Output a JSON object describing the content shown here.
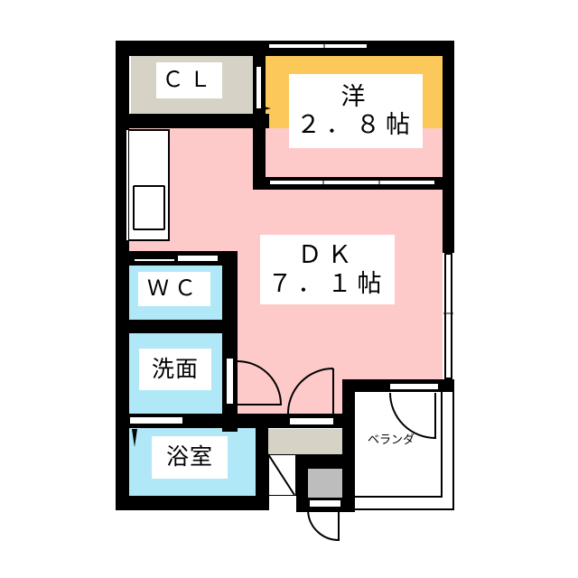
{
  "floorplan": {
    "rooms": {
      "closet": {
        "label": "ＣＬ",
        "color": "#d6d3c6"
      },
      "western": {
        "label_line1": "洋",
        "label_line2": "２．８帖",
        "color": "#fcc85a"
      },
      "dk": {
        "label_line1": "ＤＫ",
        "label_line2": "７．１帖",
        "color": "#fdc9c9"
      },
      "wc": {
        "label": "ＷＣ",
        "color": "#b0e8f7"
      },
      "washroom": {
        "label": "洗面",
        "color": "#b0e8f7"
      },
      "bathroom": {
        "label": "浴室",
        "color": "#b0e8f7"
      },
      "veranda": {
        "label": "ベランダ",
        "color": "#ffffff"
      },
      "entrance_shoebox": {
        "color": "#d6d3c6"
      },
      "entrance_floor": {
        "color": "#bdbdbd"
      }
    },
    "colors": {
      "wall": "#000000",
      "background": "#ffffff"
    }
  }
}
